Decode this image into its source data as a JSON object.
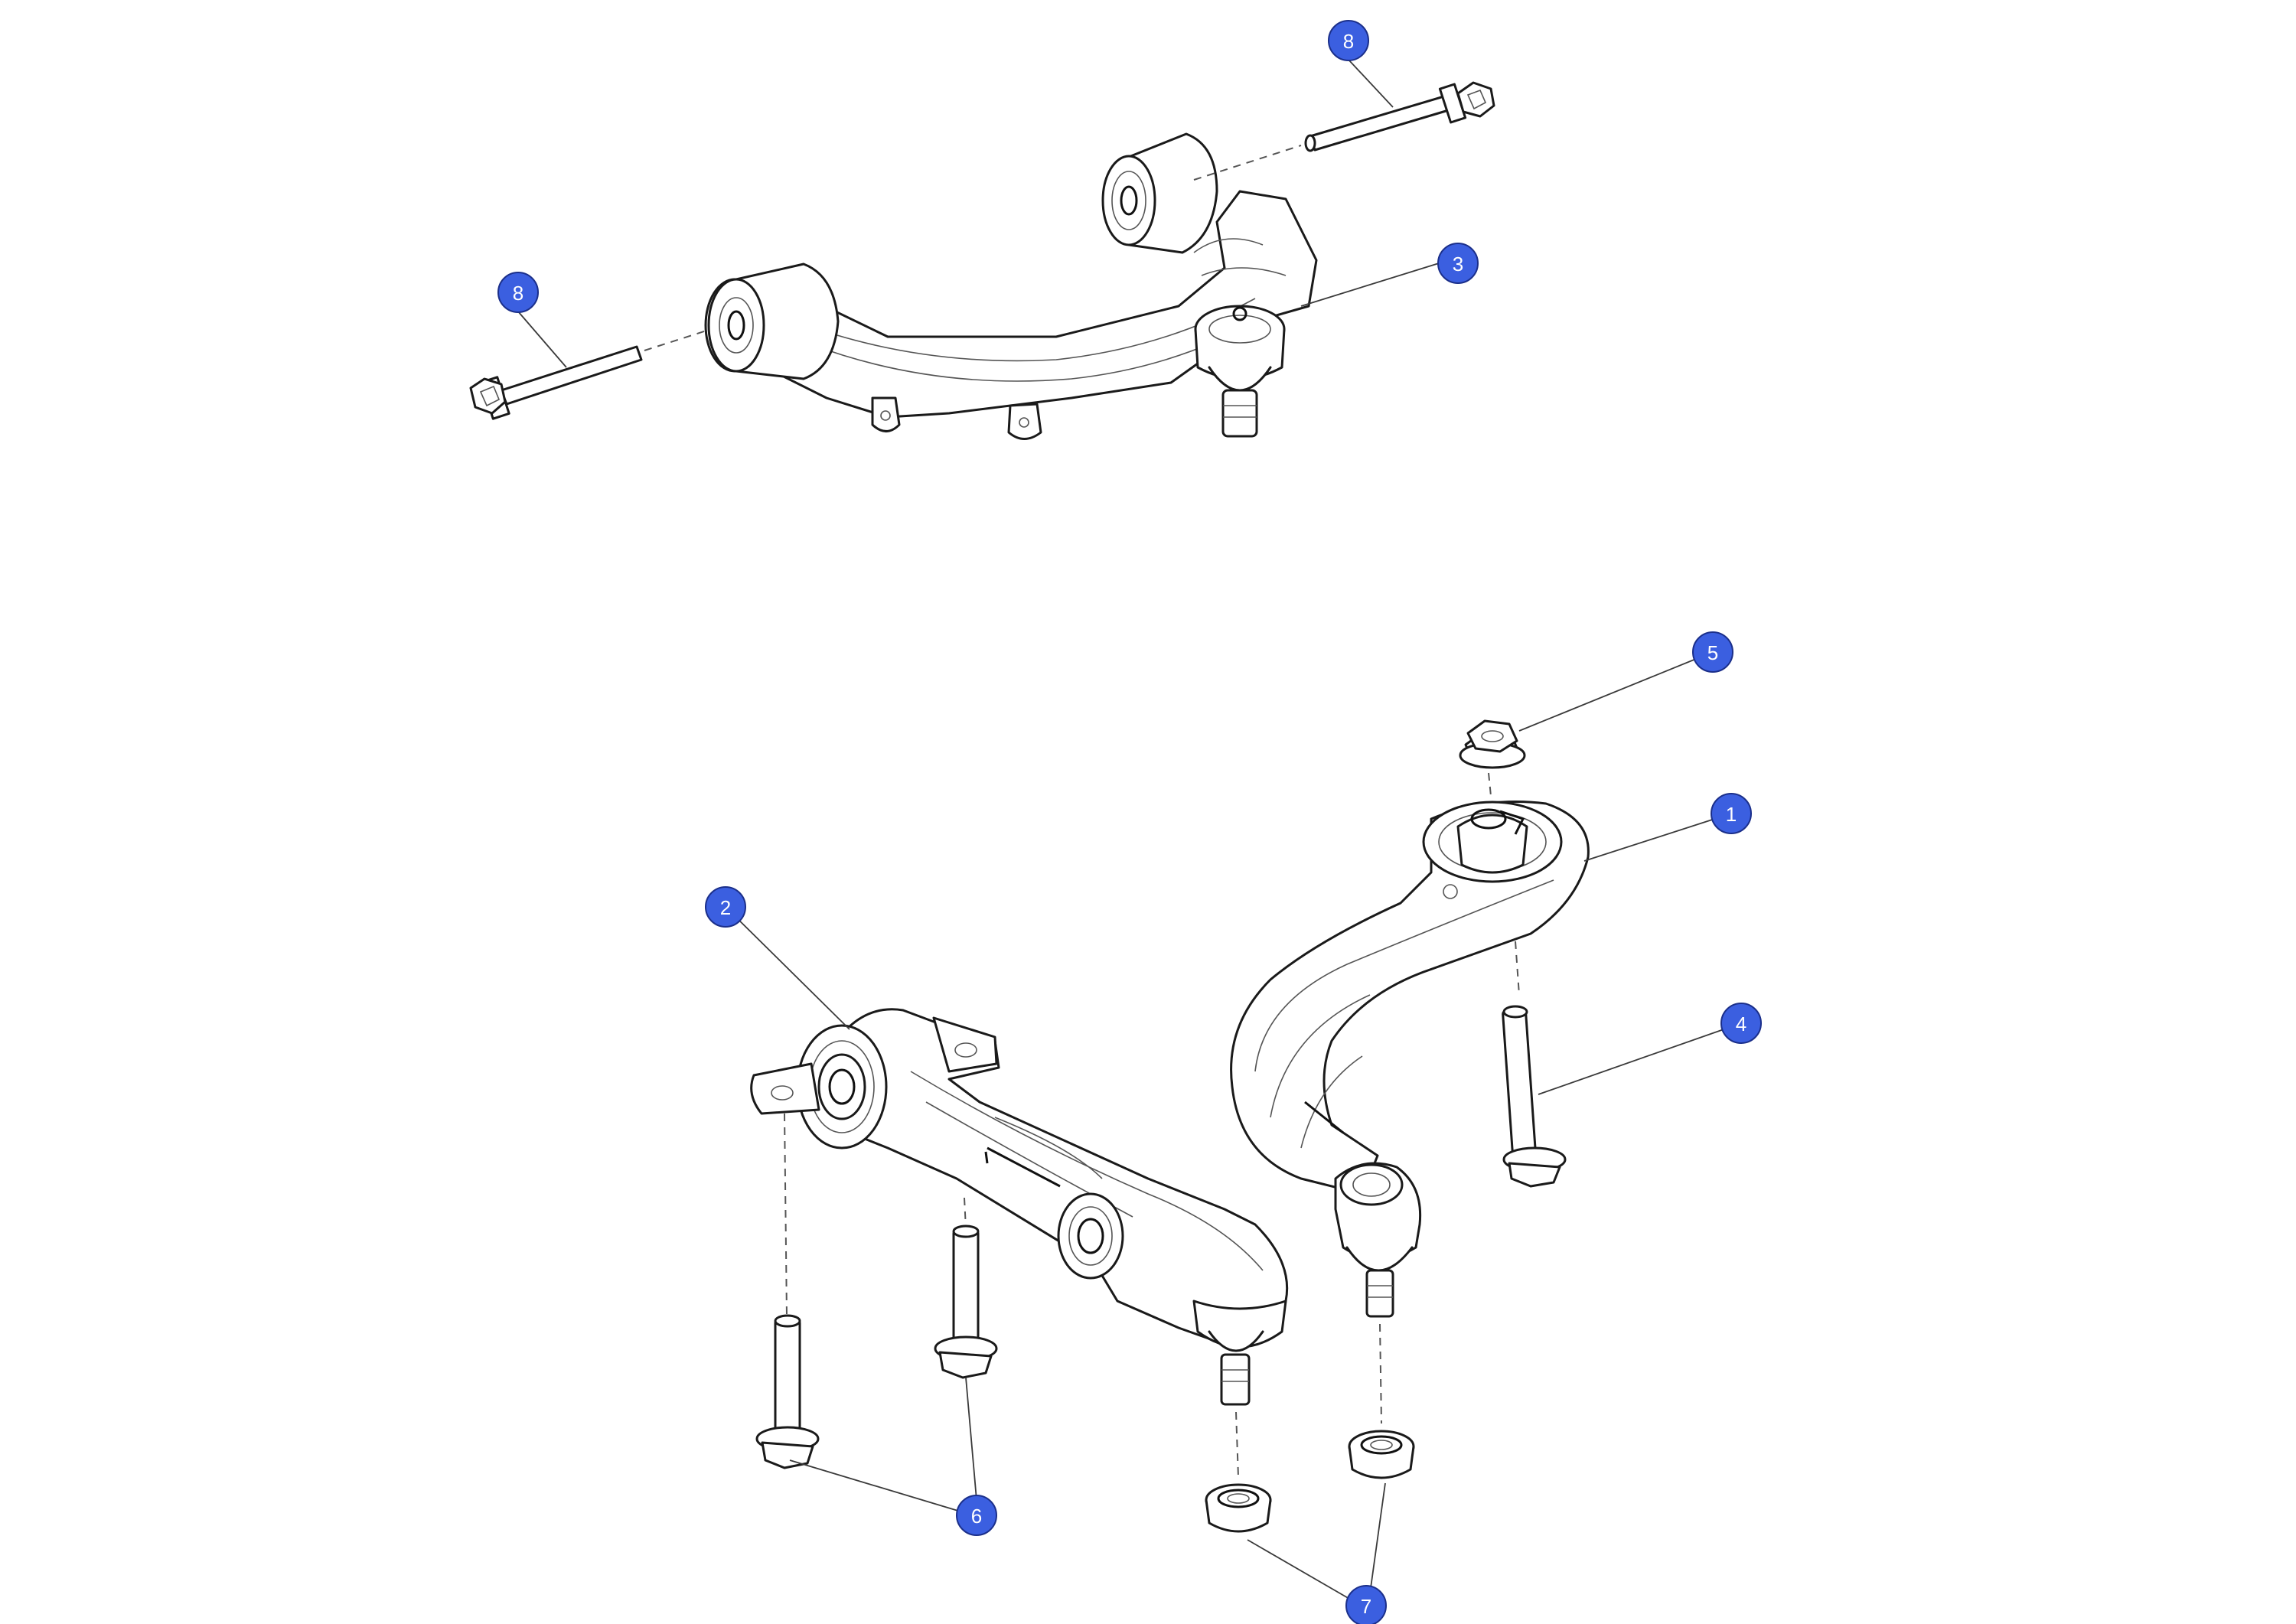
{
  "callout_color": "#3b5fe0",
  "callouts": [
    {
      "id": "callout-1",
      "label": "1"
    },
    {
      "id": "callout-2",
      "label": "2"
    },
    {
      "id": "callout-3",
      "label": "3"
    },
    {
      "id": "callout-4",
      "label": "4"
    },
    {
      "id": "callout-5",
      "label": "5"
    },
    {
      "id": "callout-6",
      "label": "6"
    },
    {
      "id": "callout-7",
      "label": "7"
    },
    {
      "id": "callout-8a",
      "label": "8"
    },
    {
      "id": "callout-8b",
      "label": "8"
    }
  ]
}
